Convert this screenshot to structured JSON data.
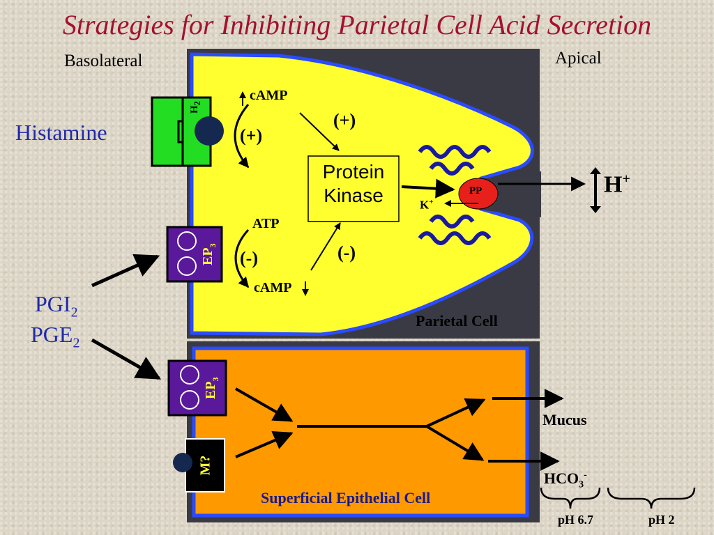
{
  "title": "Strategies for Inhibiting Parietal Cell Acid Secretion",
  "labels": {
    "basolateral": "Basolateral",
    "apical": "Apical",
    "histamine": "Histamine",
    "pgi_base": "PGI",
    "pgi_sub": "2",
    "pge_base": "PGE",
    "pge_sub": "2",
    "h_plus_base": "H",
    "h_plus_sup": "+"
  },
  "parietal": {
    "h2_base": "H",
    "h2_sub": "2",
    "camp_up": "cAMP",
    "plus_top": "(+)",
    "plus_left": "(+)",
    "protein_kinase_line1": "Protein",
    "protein_kinase_line2": "Kinase",
    "pp": "PP",
    "k_base": "K",
    "k_sup": "+",
    "atp": "ATP",
    "minus_left": "(-)",
    "minus_right": "(-)",
    "camp_down": "cAMP",
    "ep3_base": "EP",
    "ep3_sub": "3",
    "cell_label": "Parietal Cell"
  },
  "epithelial": {
    "ep3_base": "EP",
    "ep3_sub": "3",
    "m_receptor": "M?",
    "cell_label": "Superficial Epithelial Cell",
    "mucus": "Mucus",
    "hco3_base": "HCO",
    "hco3_sub": "3",
    "hco3_sup": "-",
    "ph_left": "pH 6.7",
    "ph_right": "pH 2"
  },
  "colors": {
    "title": "#a3122e",
    "dark_panel": "#3a3a44",
    "cytoplasm": "#ffff30",
    "cell_border": "#2a4bff",
    "epithelial": "#ff9900",
    "receptor_green": "#22dd22",
    "receptor_purple": "#5a189a",
    "pump_red": "#e8201c",
    "label_blue": "#1f2aa8"
  }
}
